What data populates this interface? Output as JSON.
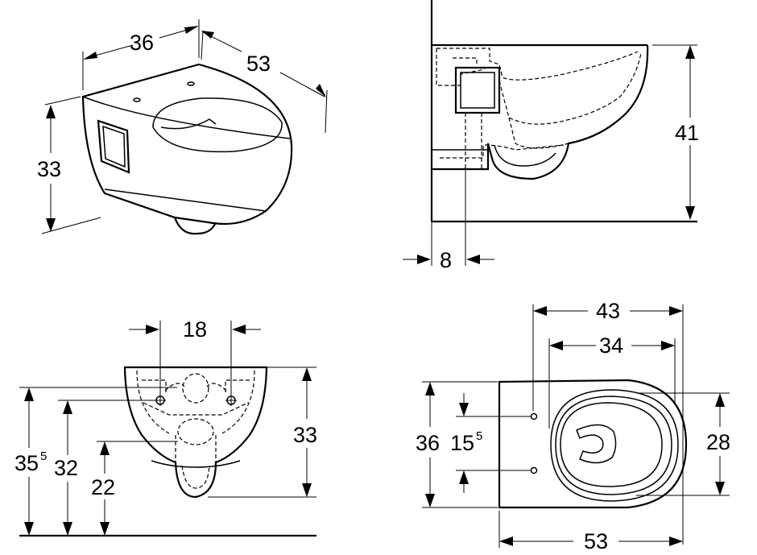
{
  "views": {
    "isometric": {
      "width": "36",
      "depth": "53",
      "height": "33"
    },
    "side": {
      "height": "41",
      "offset": "8"
    },
    "front": {
      "bolt_spacing": "18",
      "height": "33",
      "outlet_height": "22",
      "bolt_height": "32",
      "total_height_main": "35",
      "total_height_sup": "5"
    },
    "top": {
      "outer_width": "43",
      "inner_width": "34",
      "height": "36",
      "bolt_offset_main": "15",
      "bolt_offset_sup": "5",
      "bowl_depth": "28",
      "length": "53"
    }
  }
}
